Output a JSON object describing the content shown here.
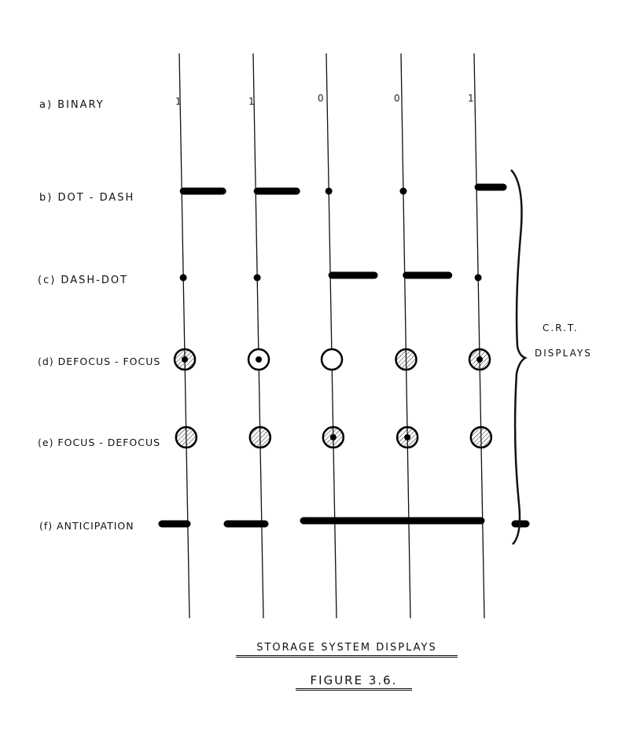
{
  "rows": [
    {
      "label": "a) BINARY"
    },
    {
      "label": "b) DOT - DASH"
    },
    {
      "label": "(c) DASH-DOT"
    },
    {
      "label": "(d) DEFOCUS - FOCUS"
    },
    {
      "label": "(e) FOCUS - DEFOCUS"
    },
    {
      "label": "(f) ANTICIPATION"
    }
  ],
  "binary_digits": [
    "1",
    "1",
    "0",
    "0",
    "1"
  ],
  "crt_label": {
    "line1": "C.R.T.",
    "line2": "DISPLAYS"
  },
  "title": "STORAGE SYSTEM DISPLAYS",
  "figure_label": "FIGURE 3.6.",
  "defocus_focus": [
    {
      "dot": true,
      "hatch": true
    },
    {
      "dot": true,
      "hatch": false
    },
    {
      "dot": false,
      "hatch": false
    },
    {
      "dot": false,
      "hatch": true
    },
    {
      "dot": true,
      "hatch": true
    }
  ],
  "focus_defocus": [
    {
      "dot": false,
      "hatch": true
    },
    {
      "dot": false,
      "hatch": true
    },
    {
      "dot": true,
      "hatch": true
    },
    {
      "dot": true,
      "hatch": true
    },
    {
      "dot": false,
      "hatch": true
    }
  ]
}
